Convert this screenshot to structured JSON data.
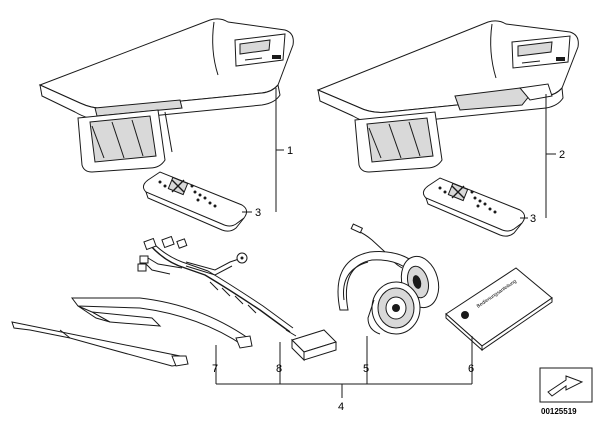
{
  "diagram": {
    "callouts": {
      "c1": "1",
      "c2": "2",
      "c3a": "3",
      "c3b": "3",
      "c4": "4",
      "c5": "5",
      "c6": "6",
      "c7": "7",
      "c8": "8"
    },
    "manual_text": "Bedienungsanleitung",
    "catalog_code": "00125519",
    "colors": {
      "line": "#1a1a1a",
      "background": "#ffffff",
      "shade": "#d9d9d9"
    }
  }
}
